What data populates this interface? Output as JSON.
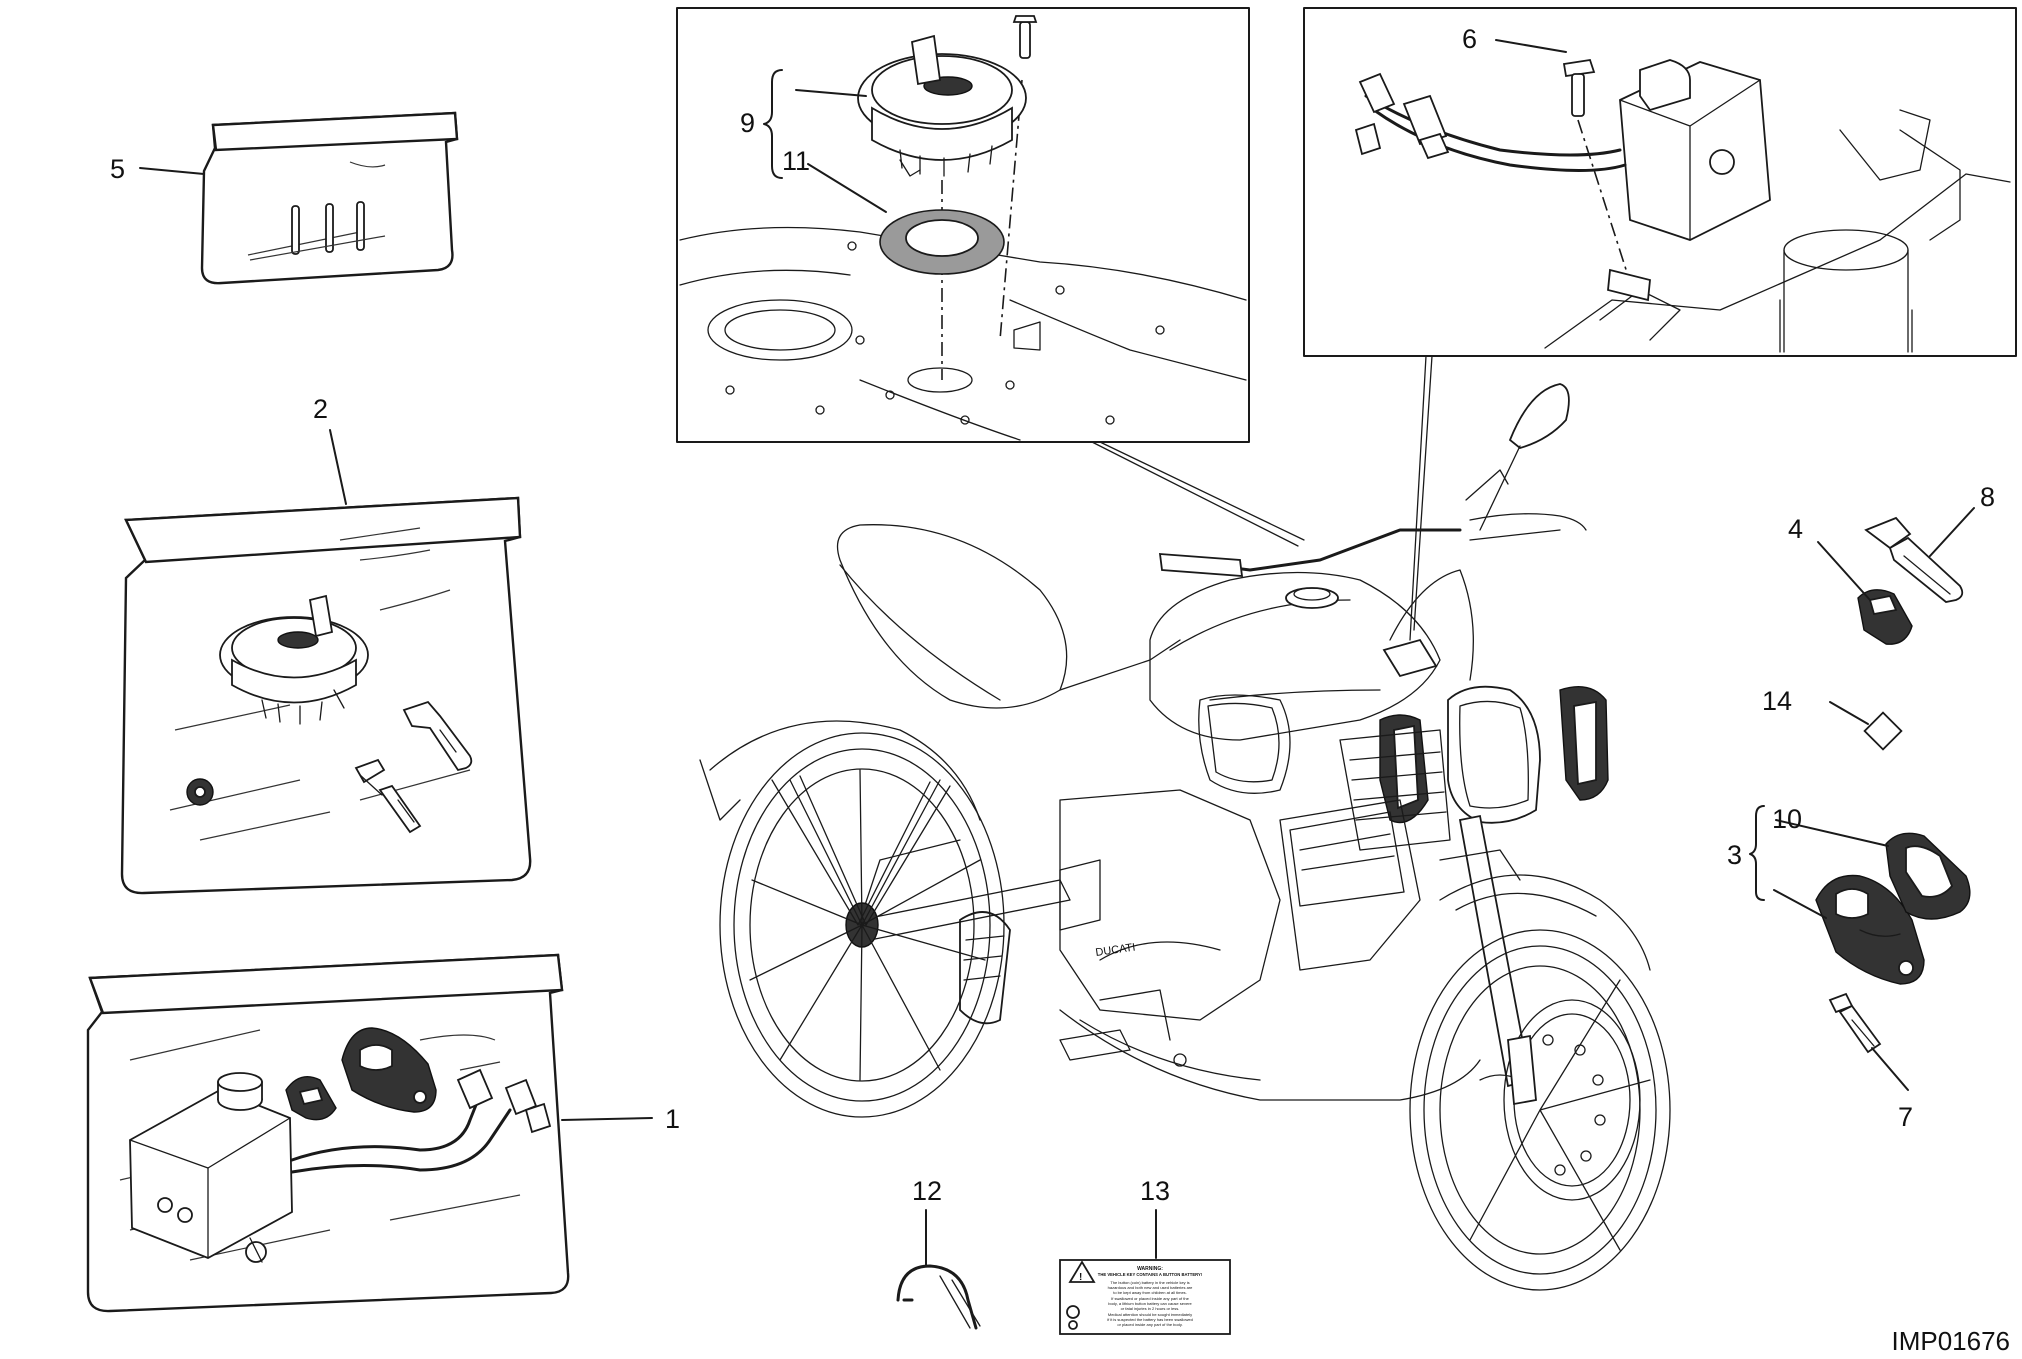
{
  "callouts": [
    {
      "id": "1",
      "label": "1"
    },
    {
      "id": "2",
      "label": "2"
    },
    {
      "id": "3",
      "label": "3"
    },
    {
      "id": "4",
      "label": "4"
    },
    {
      "id": "5",
      "label": "5"
    },
    {
      "id": "6",
      "label": "6"
    },
    {
      "id": "7",
      "label": "7"
    },
    {
      "id": "8",
      "label": "8"
    },
    {
      "id": "9",
      "label": "9"
    },
    {
      "id": "10",
      "label": "10"
    },
    {
      "id": "11",
      "label": "11"
    },
    {
      "id": "12",
      "label": "12"
    },
    {
      "id": "13",
      "label": "13"
    },
    {
      "id": "14",
      "label": "14"
    }
  ],
  "drawing_code": "IMP01676",
  "warning_label": {
    "title": "WARNING:",
    "subtitle": "THE VEHICLE KEY CONTAINS A BUTTON BATTERY!",
    "lines": [
      "The button (coin) battery in the vehicle key is",
      "hazardous and both new and used batteries are",
      "to be kept away from children at all times.",
      "If swallowed or placed inside any part of the",
      "body, a lithium button battery can cause severe",
      "or fatal injuries in 2 hours or less.",
      "Medical attention should be sought immediately",
      "if it is suspected the battery has been swallowed",
      "or placed inside any part of the body."
    ]
  },
  "brand_mark": "DUCATI"
}
